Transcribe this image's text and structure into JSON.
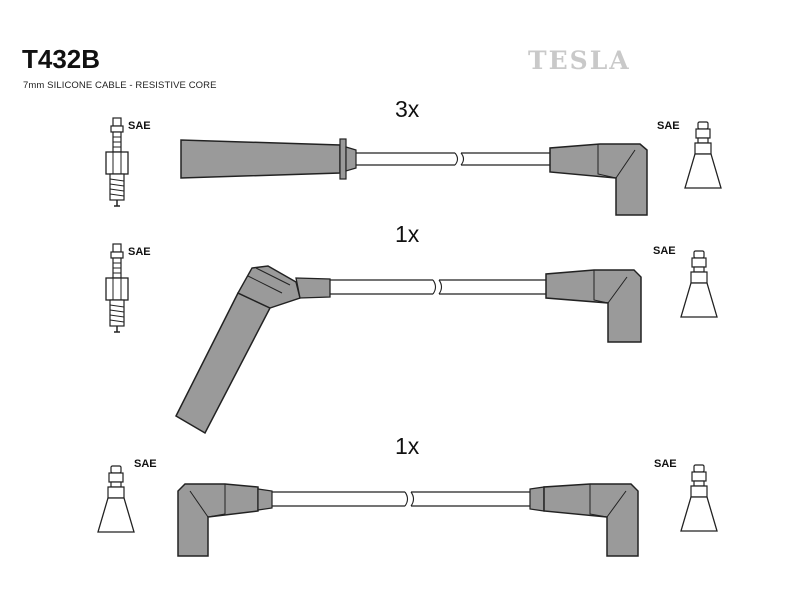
{
  "header": {
    "part_number": "T432B",
    "description": "7mm SILICONE CABLE - RESISTIVE CORE",
    "brand": "TESLA"
  },
  "sets": [
    {
      "quantity": "3x",
      "left_connector": "SAE",
      "right_connector": "SAE"
    },
    {
      "quantity": "1x",
      "left_connector": "SAE",
      "right_connector": "SAE"
    },
    {
      "quantity": "1x",
      "left_connector": "SAE",
      "right_connector": "SAE"
    }
  ],
  "colors": {
    "boot_fill": "#9a9a9a",
    "outline": "#222222",
    "brand_text": "#c9c9c9"
  }
}
